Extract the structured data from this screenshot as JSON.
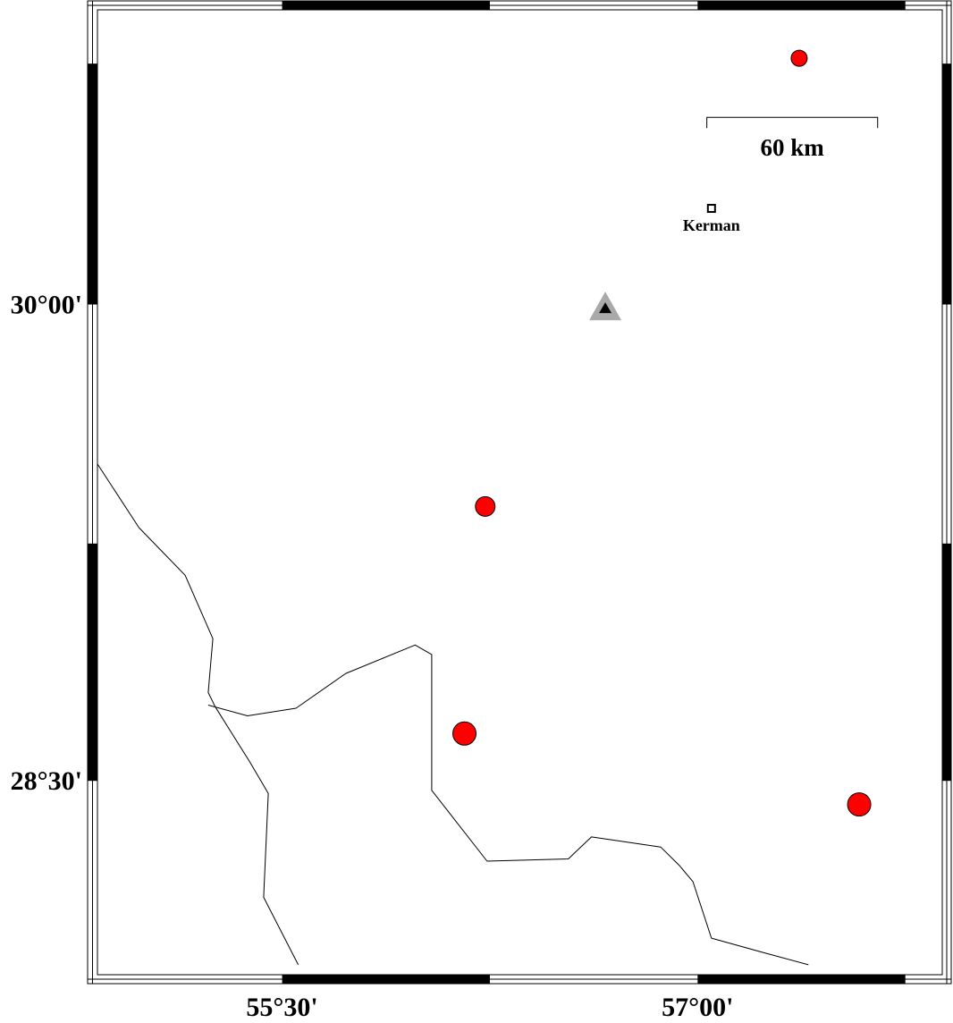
{
  "map": {
    "projection": "Mercator",
    "lon_range": [
      54.8333,
      57.8833
    ],
    "lat_range": [
      27.8833,
      30.9167
    ],
    "frame_style": "fancy",
    "lon_ticks": [
      {
        "value": 55.5,
        "label": "55°30'"
      },
      {
        "value": 57.0,
        "label": "57°00'"
      }
    ],
    "lat_ticks": [
      {
        "value": 30.0,
        "label": "30°00'"
      },
      {
        "value": 28.5,
        "label": "28°30'"
      }
    ],
    "frame_band_edges_lon": [
      54.8333,
      55.5,
      56.25,
      57.0,
      57.75,
      57.8833
    ],
    "frame_band_edges_lat": [
      27.8833,
      28.5,
      29.25,
      30.0,
      30.75,
      30.9167
    ],
    "scale_bar": {
      "label": "60 km",
      "lon_start": 57.0333,
      "lon_end": 57.65,
      "lat": 30.5833
    },
    "city": {
      "name": "Kerman",
      "lon": 57.05,
      "lat": 30.3,
      "marker": "open-square"
    },
    "station": {
      "lon": 56.6667,
      "lat": 29.99,
      "marker": "triangle",
      "outer_color": "#a9a9a9",
      "inner_color": "#000000"
    },
    "events": [
      {
        "lon": 57.3667,
        "lat": 30.7667,
        "size": "small"
      },
      {
        "lon": 56.2333,
        "lat": 29.3667,
        "size": "medium"
      },
      {
        "lon": 56.1583,
        "lat": 28.65,
        "size": "large"
      },
      {
        "lon": 57.5833,
        "lat": 28.425,
        "size": "large"
      }
    ],
    "event_color": "#ff0000",
    "boundary": [
      [
        54.8333,
        29.5
      ],
      [
        54.9833,
        29.3
      ],
      [
        55.15,
        29.15
      ],
      [
        55.25,
        28.95
      ],
      [
        55.2333,
        28.78
      ],
      [
        55.2583,
        28.735
      ],
      [
        55.3833,
        28.56
      ],
      [
        55.45,
        28.46
      ],
      [
        55.4333,
        28.13
      ],
      [
        55.5583,
        27.915
      ]
    ],
    "boundary2": [
      [
        55.2333,
        28.74
      ],
      [
        55.375,
        28.706
      ],
      [
        55.55,
        28.73
      ],
      [
        55.73,
        28.84
      ],
      [
        55.98,
        28.93
      ],
      [
        56.04,
        28.9
      ],
      [
        56.04,
        28.47
      ],
      [
        56.24,
        28.245
      ],
      [
        56.5333,
        28.252
      ],
      [
        56.6167,
        28.322
      ],
      [
        56.8667,
        28.29
      ],
      [
        56.9333,
        28.232
      ],
      [
        56.9833,
        28.18
      ],
      [
        57.05,
        28.0
      ],
      [
        57.2333,
        27.955
      ],
      [
        57.4,
        27.915
      ]
    ]
  }
}
